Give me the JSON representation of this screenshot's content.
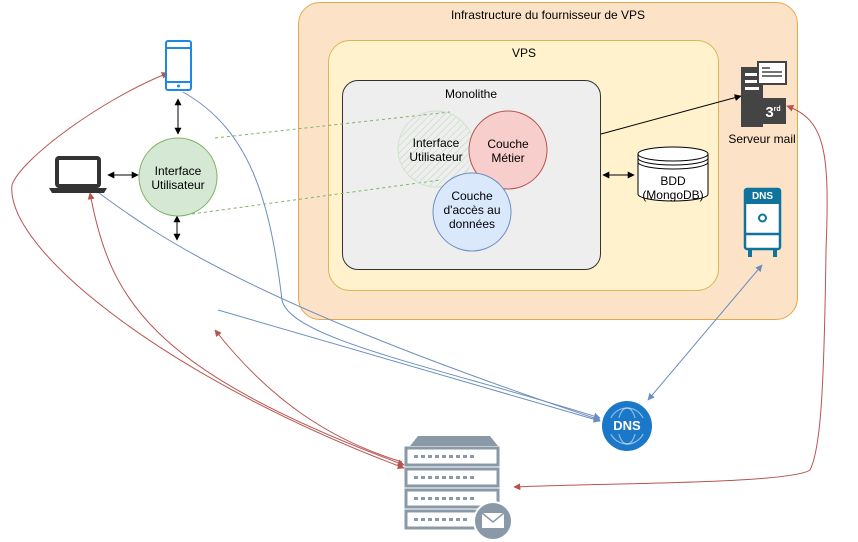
{
  "containers": {
    "provider": {
      "label": "Infrastructure du fournisseur de VPS",
      "fill": "#fce3c8",
      "stroke": "#e3a94a"
    },
    "vps": {
      "label": "VPS",
      "fill": "#fff2cc",
      "stroke": "#d6b656"
    },
    "monolith": {
      "label": "Monolithe",
      "fill": "#eeeeee",
      "stroke": "#333333"
    }
  },
  "nodes": {
    "ui_client": {
      "lines": [
        "Interface",
        "Utilisateur"
      ],
      "fill": "#d5e8d4",
      "stroke": "#82b366"
    },
    "ui_layer": {
      "lines": [
        "Interface",
        "Utilisateur"
      ]
    },
    "business_layer": {
      "lines": [
        "Couche",
        "Métier"
      ],
      "fill": "#f8cecc",
      "stroke": "#b85450"
    },
    "data_layer": {
      "lines": [
        "Couche",
        "d'accès au",
        "données"
      ],
      "fill": "#dae8fc",
      "stroke": "#6c8ebf"
    },
    "database": {
      "lines": [
        "BDD",
        "(MongoDB)"
      ]
    },
    "mail_server": {
      "label": "Serveur mail",
      "badge": "3",
      "badge_sup": "rd"
    },
    "dns_server": {
      "label": "DNS"
    },
    "dns_cloud": {
      "label": "DNS"
    }
  },
  "colors": {
    "red_edge": "#b85450",
    "blue_edge": "#6c8ebf",
    "green_dash": "#82b366",
    "black_edge": "#000000",
    "device_blue": "#1e88e5",
    "device_dark": "#333333",
    "server_gray": "#8a99a8",
    "dns_teal": "#10739e",
    "dns_cloud_blue": "#1b77c8"
  }
}
